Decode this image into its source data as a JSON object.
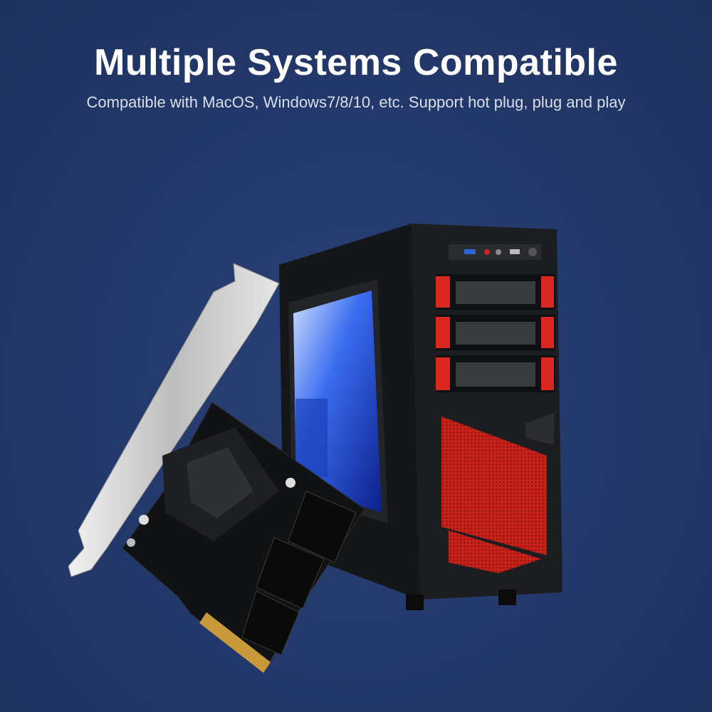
{
  "header": {
    "title": "Multiple Systems Compatible",
    "subtitle": "Compatible with MacOS, Windows7/8/10, etc. Support hot plug, plug and play"
  },
  "colors": {
    "background": "#24396a",
    "title": "#ffffff",
    "subtitle": "#d9dfea",
    "case_accent": "#d8281f",
    "window_light": "#3a6cf0"
  },
  "illustrations": {
    "case": "pc-tower-case",
    "card": "pcie-sata-expansion-card"
  }
}
